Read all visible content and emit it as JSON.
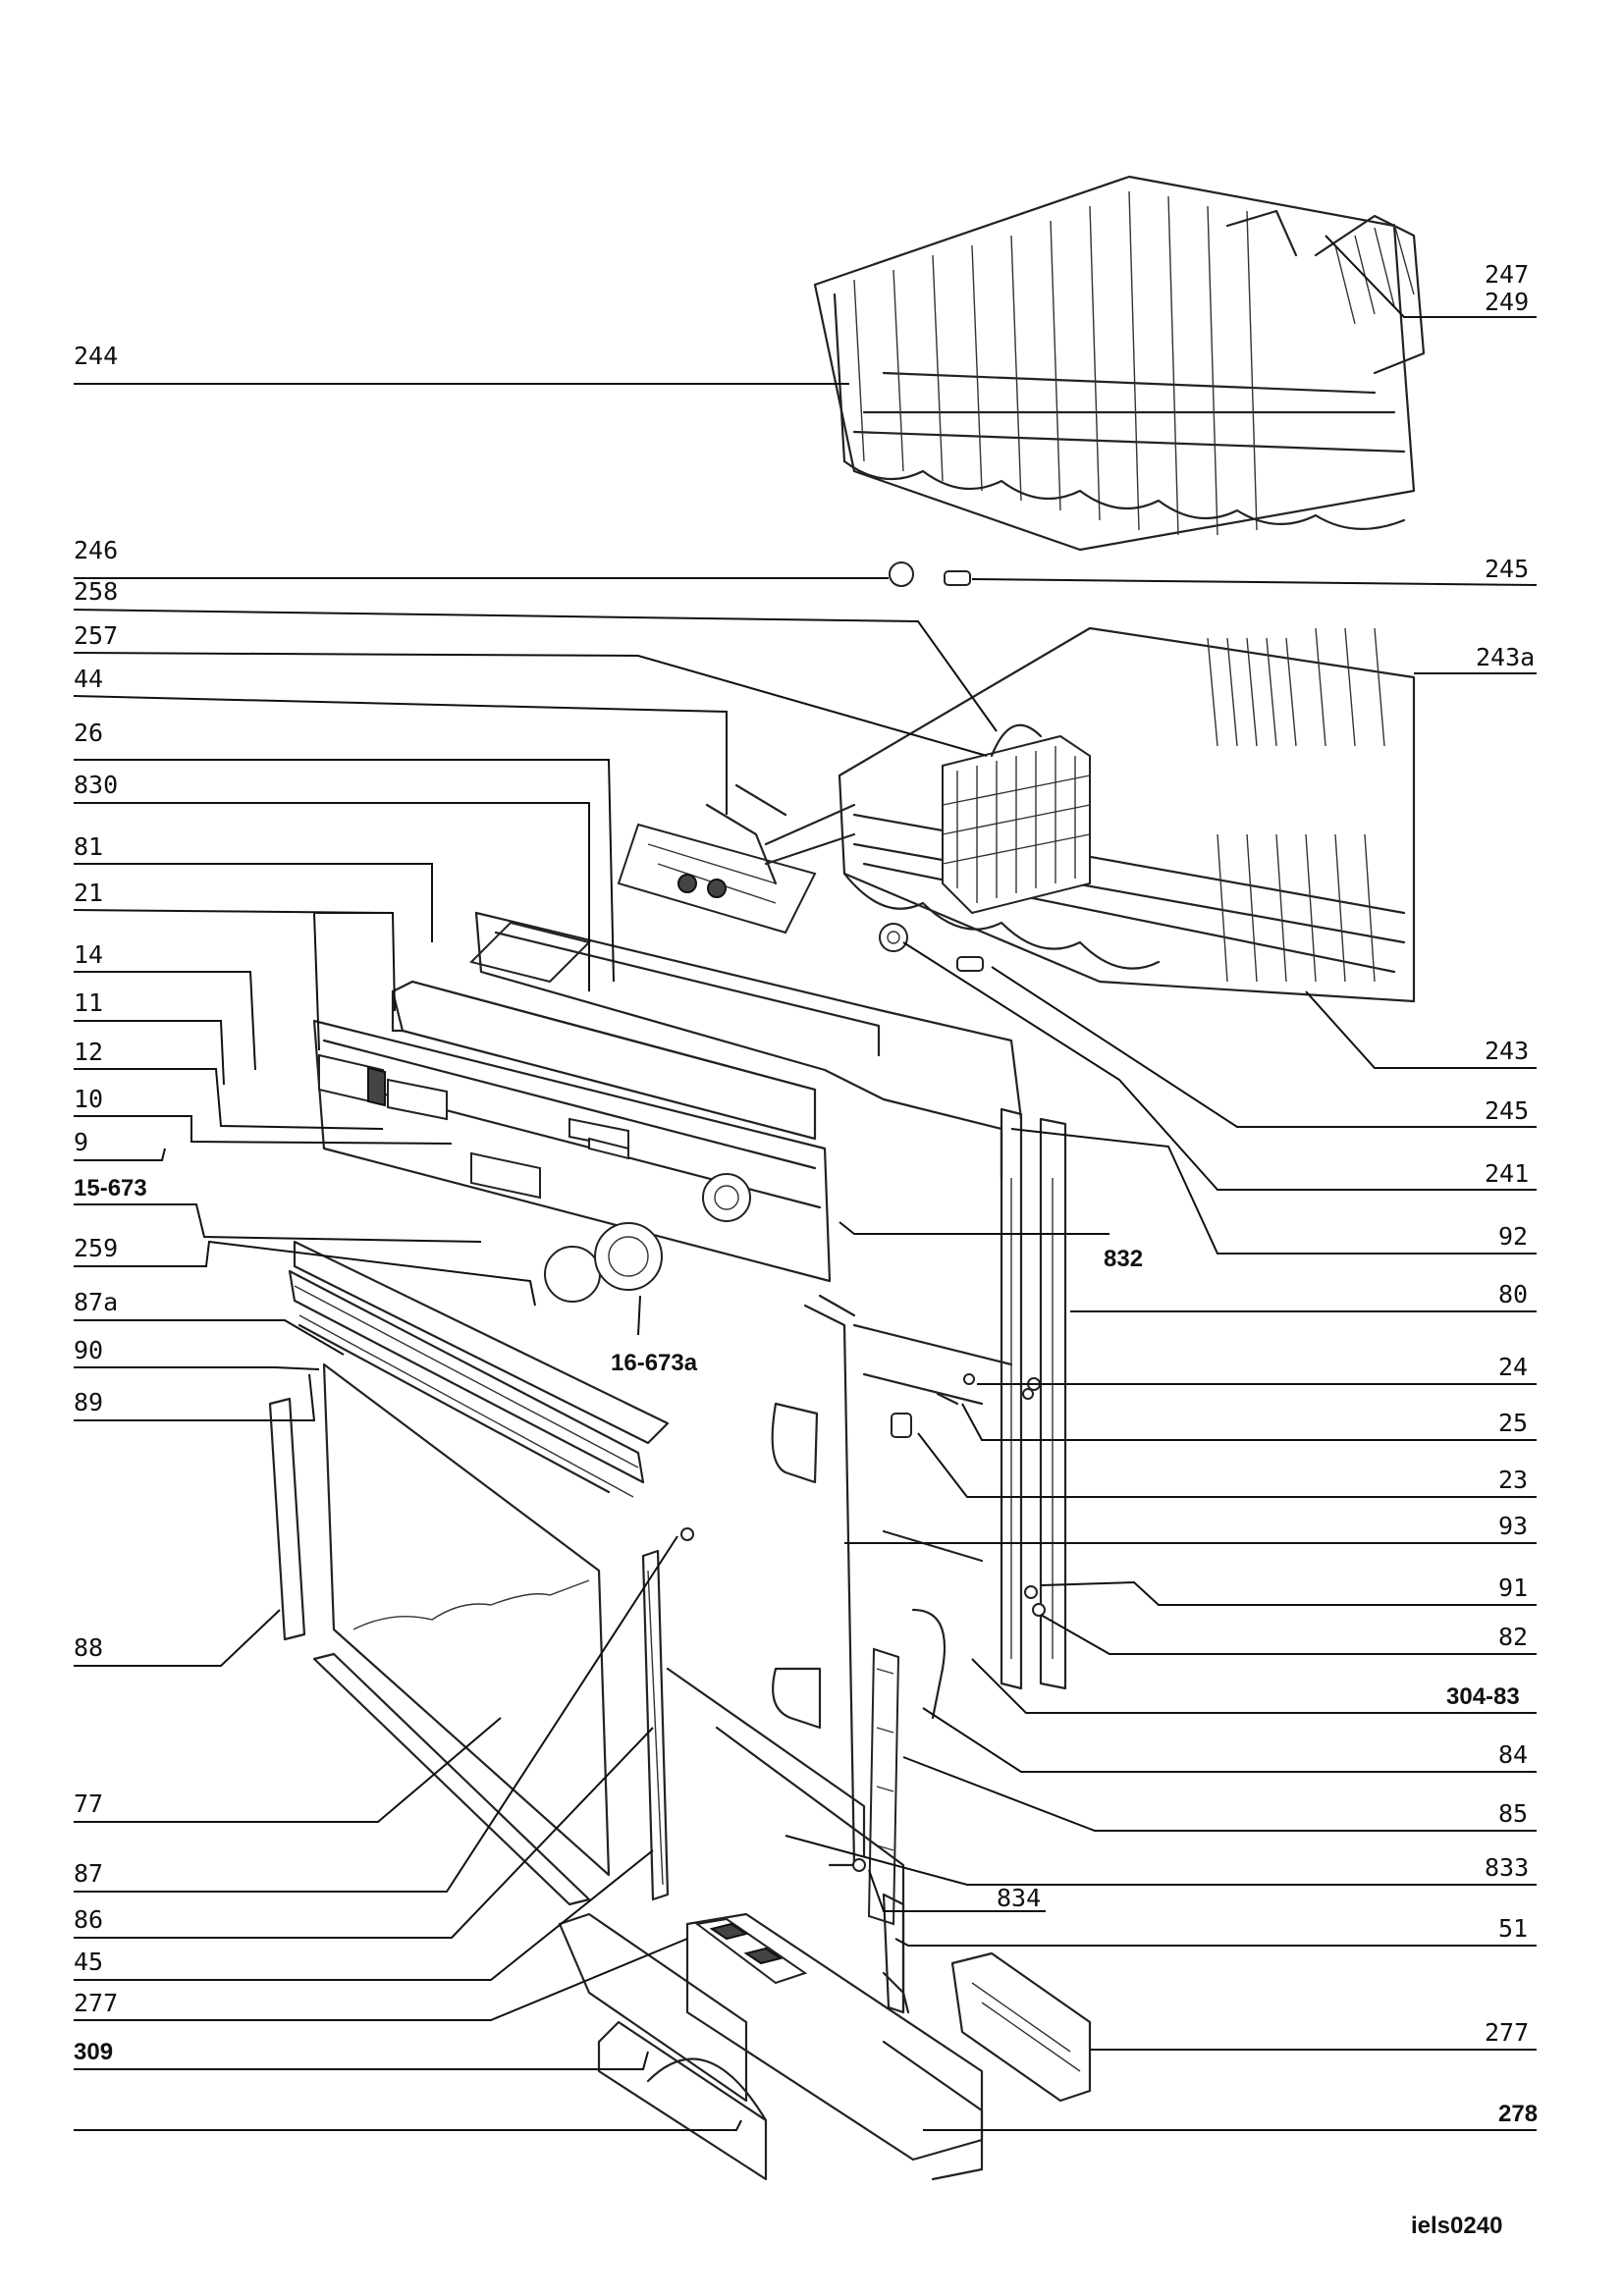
{
  "drawing_id": "iels0240",
  "labels_left": [
    {
      "id": "244",
      "text": "244"
    },
    {
      "id": "246",
      "text": "246"
    },
    {
      "id": "258",
      "text": "258"
    },
    {
      "id": "257",
      "text": "257"
    },
    {
      "id": "44",
      "text": "44"
    },
    {
      "id": "26",
      "text": "26"
    },
    {
      "id": "830",
      "text": "830"
    },
    {
      "id": "81",
      "text": "81"
    },
    {
      "id": "21",
      "text": "21"
    },
    {
      "id": "14",
      "text": "14"
    },
    {
      "id": "11",
      "text": "11"
    },
    {
      "id": "12",
      "text": "12"
    },
    {
      "id": "10",
      "text": "10"
    },
    {
      "id": "9",
      "text": "9"
    },
    {
      "id": "15-673",
      "text": "15-673"
    },
    {
      "id": "259",
      "text": "259"
    },
    {
      "id": "87a",
      "text": "87a"
    },
    {
      "id": "90",
      "text": "90"
    },
    {
      "id": "89",
      "text": "89"
    },
    {
      "id": "88",
      "text": "88"
    },
    {
      "id": "77",
      "text": "77"
    },
    {
      "id": "87",
      "text": "87"
    },
    {
      "id": "86",
      "text": "86"
    },
    {
      "id": "45",
      "text": "45"
    },
    {
      "id": "277L",
      "text": "277"
    },
    {
      "id": "309",
      "text": "309"
    }
  ],
  "labels_right": [
    {
      "id": "247",
      "text": "247"
    },
    {
      "id": "249",
      "text": "249"
    },
    {
      "id": "245a",
      "text": "245"
    },
    {
      "id": "243a",
      "text": "243a"
    },
    {
      "id": "243",
      "text": "243"
    },
    {
      "id": "245b",
      "text": "245"
    },
    {
      "id": "241",
      "text": "241"
    },
    {
      "id": "92",
      "text": "92"
    },
    {
      "id": "80",
      "text": "80"
    },
    {
      "id": "24",
      "text": "24"
    },
    {
      "id": "25",
      "text": "25"
    },
    {
      "id": "23",
      "text": "23"
    },
    {
      "id": "93",
      "text": "93"
    },
    {
      "id": "91",
      "text": "91"
    },
    {
      "id": "82",
      "text": "82"
    },
    {
      "id": "304-83",
      "text": "304-83"
    },
    {
      "id": "84",
      "text": "84"
    },
    {
      "id": "85",
      "text": "85"
    },
    {
      "id": "833",
      "text": "833"
    },
    {
      "id": "51",
      "text": "51"
    },
    {
      "id": "277R",
      "text": "277"
    },
    {
      "id": "278",
      "text": "278"
    }
  ],
  "labels_inline": [
    {
      "id": "832",
      "text": "832"
    },
    {
      "id": "16-673a",
      "text": "16-673a"
    },
    {
      "id": "834",
      "text": "834"
    }
  ]
}
